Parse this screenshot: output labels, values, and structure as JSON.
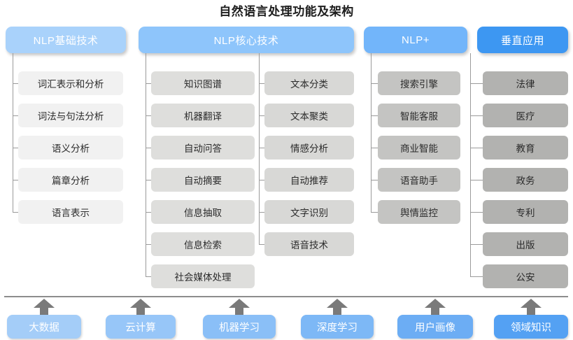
{
  "title": "自然语言处理功能及架构",
  "colors": {
    "header_1": "#a9d2fb",
    "header_2": "#8ec5fb",
    "header_3": "#72b5fa",
    "header_4": "#3d97f2",
    "item_1": "#f1f1f1",
    "item_2": "#dededc",
    "item_3": "#d8d8d6",
    "item_4": "#c4c4c2",
    "item_5": "#b2b2b0",
    "line": "#9a9a9a",
    "divider": "#8d8d8d",
    "arrow": "#7a7a7a",
    "title_text": "#1d1d1d"
  },
  "columns": [
    {
      "key": "nlp-basic",
      "header": "NLP基础技术",
      "groups": [
        {
          "items": [
            "词汇表示和分析",
            "词法与句法分析",
            "语义分析",
            "篇章分析",
            "语言表示"
          ]
        }
      ]
    },
    {
      "key": "nlp-core",
      "header": "NLP核心技术",
      "groups": [
        {
          "items": [
            "知识图谱",
            "机器翻译",
            "自动问答",
            "自动摘要",
            "信息抽取",
            "信息检索",
            "社会媒体处理"
          ]
        },
        {
          "items": [
            "文本分类",
            "文本聚类",
            "情感分析",
            "自动推荐",
            "文字识别",
            "语音技术"
          ]
        }
      ]
    },
    {
      "key": "nlp-plus",
      "header": "NLP+",
      "groups": [
        {
          "items": [
            "搜索引擎",
            "智能客服",
            "商业智能",
            "语音助手",
            "舆情监控"
          ]
        }
      ]
    },
    {
      "key": "vertical-apps",
      "header": "垂直应用",
      "groups": [
        {
          "items": [
            "法律",
            "医疗",
            "教育",
            "政务",
            "专利",
            "出版",
            "公安"
          ]
        }
      ]
    }
  ],
  "foundation": {
    "items": [
      "大数据",
      "云计算",
      "机器学习",
      "深度学习",
      "用户画像",
      "领域知识"
    ],
    "colors": [
      "#a4cdf8",
      "#97c6f8",
      "#8abff7",
      "#7db8f6",
      "#6cadf4",
      "#54a1f3"
    ]
  },
  "watermark": ""
}
